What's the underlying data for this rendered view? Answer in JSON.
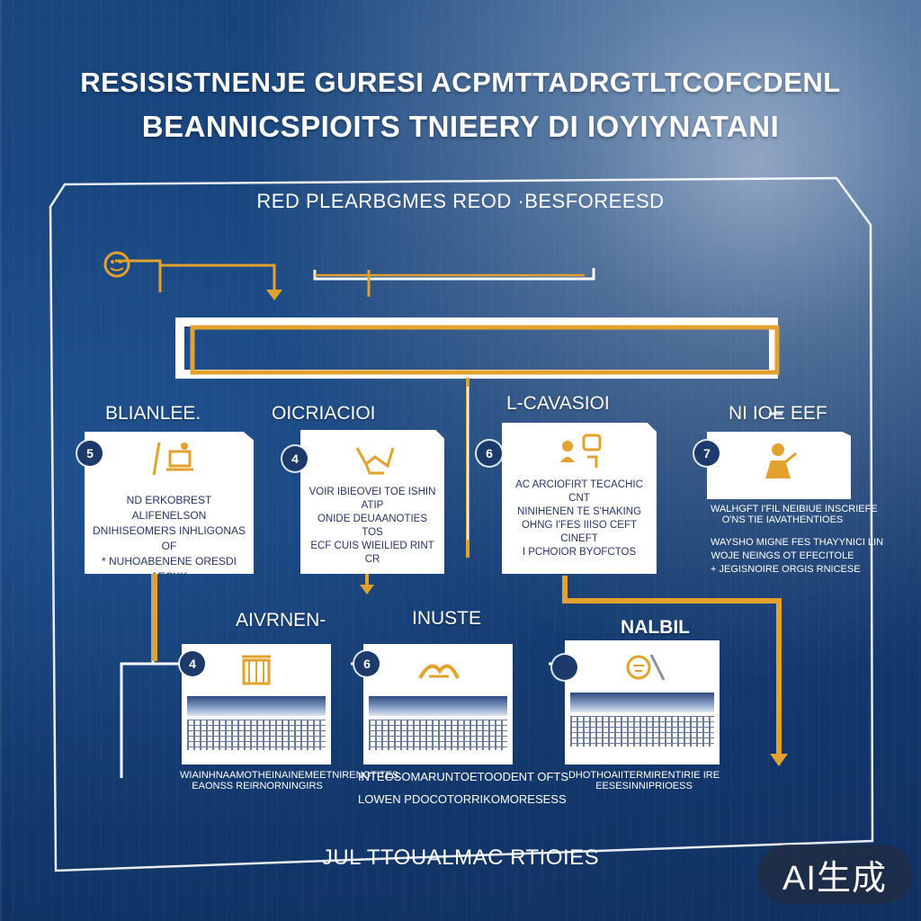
{
  "header": {
    "title_line1": "RESISISTNENJE GURESI ACPMTTADRGTLTCOFCDENL",
    "title_line2": "BEANNICSPIOITS TNIEERY DI IOYIYNATANI",
    "subtitle": "RED PLEARBGMES REOD ·BESFOREESD"
  },
  "top_row": [
    {
      "label": "BLIANLEE.",
      "badge": "5",
      "icon": "person-laptop-icon",
      "lines": [
        "ND ERKOBREST ALIFENELSON",
        "DNIHISEOMERS INHLIGONAS OF",
        "* NUHOABENENE ORESDI AECKK"
      ]
    },
    {
      "label": "OICRIACIOI",
      "badge": "4",
      "icon": "handshake-icon",
      "lines": [
        "VOIR IBIEOVEI TOE ISHIN ATIP",
        "ONIDE DEUAANOTIES TOS",
        "ECF CUIS WIEILIED RINT CR"
      ]
    },
    {
      "label": "L-CAVASIOI",
      "badge": "6",
      "icon": "meeting-icon",
      "lines": [
        "AC ARCIOFIRT TECACHIC CNT",
        "NINIHENEN TE S'HAKING",
        "OHNG I'FES IIISO CEFT CINEFT",
        "I PCHOIOR BYOFCTOS"
      ]
    },
    {
      "label": "NI IOE EEF",
      "badge": "7",
      "icon": "presenter-icon",
      "lines_top": [
        "WALHGFT I'FIL NEIBIUE INSCRIEFE",
        "O'NS TIE IAVATHENTIOES"
      ],
      "lines_bottom": [
        "WAYSHO MIGNE FES THAYYNICI LIN",
        "WOJE NEINGS OT EFECITOLE",
        "+ JEGISNOIRE ORGIS RNICESE"
      ]
    }
  ],
  "bottom_row": [
    {
      "label": "AIVRNEN-",
      "badge": "4",
      "icon": "document-folder-icon",
      "caption1": "WIAINHNAAMOTHEINAINEMEETNIRENOTITES",
      "caption2": "EAONSS REIRNORNINGIRS"
    },
    {
      "label": "INUSTE",
      "badge": "6",
      "icon": "handshake-icon",
      "caption1": "INTEOSOMARUNTOETOODENT OFTS",
      "caption2": "LOWEN PDOCOTORRIKOMORESESS"
    },
    {
      "label": "NALBIL",
      "badge": "",
      "icon": "collage-icon",
      "caption1": "DHOTHOAIITERMIRENTIRIE IRE",
      "caption2": "EESESINNIPRIOESS"
    }
  ],
  "footer": "JUL TTOUALMAC RTIOIES",
  "watermark": "AI生成",
  "colors": {
    "accent": "#e3a12d",
    "background": "#1d4f8a",
    "card": "#ffffff",
    "text_dark": "#26346b"
  }
}
